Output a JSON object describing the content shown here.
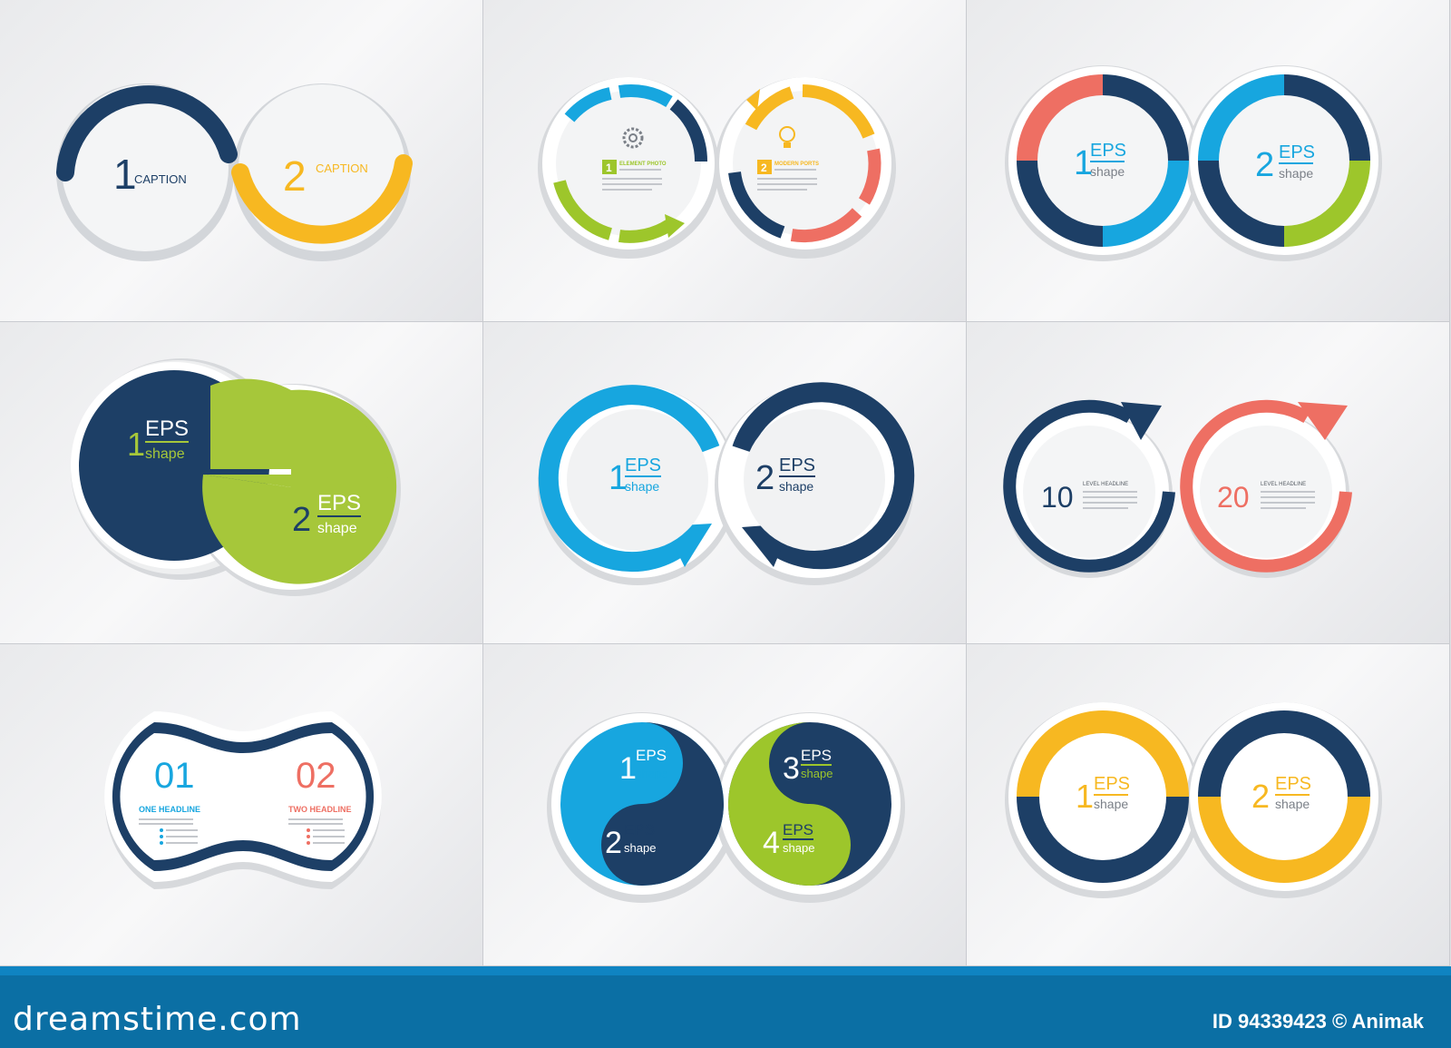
{
  "colors": {
    "navy": "#1d3f66",
    "blue": "#17a6df",
    "yellow": "#f7b821",
    "green": "#9dc62b",
    "coral": "#ee6f63",
    "gray_text": "#555b63"
  },
  "diagrams": {
    "d1": {
      "num1": "1",
      "cap1": "CAPTION",
      "num2": "2",
      "cap2": "CAPTION"
    },
    "d2": {
      "num1": "1",
      "title1": "ELEMENT PHOTO",
      "num2": "2",
      "title2": "MODERN PORTS",
      "icon1": "gear-icon",
      "icon2": "lightbulb-icon"
    },
    "d3": {
      "num1": "1",
      "eps1": "EPS",
      "shape1": "shape",
      "num2": "2",
      "eps2": "EPS",
      "shape2": "shape"
    },
    "d4": {
      "num1": "1",
      "eps1": "EPS",
      "shape1": "shape",
      "num2": "2",
      "eps2": "EPS",
      "shape2": "shape"
    },
    "d5": {
      "num1": "1",
      "eps1": "EPS",
      "shape1": "shape",
      "num2": "2",
      "eps2": "EPS",
      "shape2": "shape"
    },
    "d6": {
      "num1": "10",
      "head1": "LEVEL HEADLINE",
      "num2": "20",
      "head2": "LEVEL HEADLINE"
    },
    "d7": {
      "num1": "01",
      "head1": "ONE HEADLINE",
      "num2": "02",
      "head2": "TWO HEADLINE"
    },
    "d8": {
      "num1": "1",
      "eps1": "EPS",
      "shape1": "shape",
      "num2": "2",
      "eps2": "EPS",
      "shape2": "shape",
      "num3": "3",
      "eps3": "EPS",
      "shape3": "shape",
      "num4": "4",
      "eps4": "EPS",
      "shape4": "shape"
    },
    "d9": {
      "num1": "1",
      "eps1": "EPS",
      "shape1": "shape",
      "num2": "2",
      "eps2": "EPS",
      "shape2": "shape"
    }
  },
  "footer": {
    "brand": "dreamstime.com",
    "credit": "ID 94339423 © Animak"
  }
}
